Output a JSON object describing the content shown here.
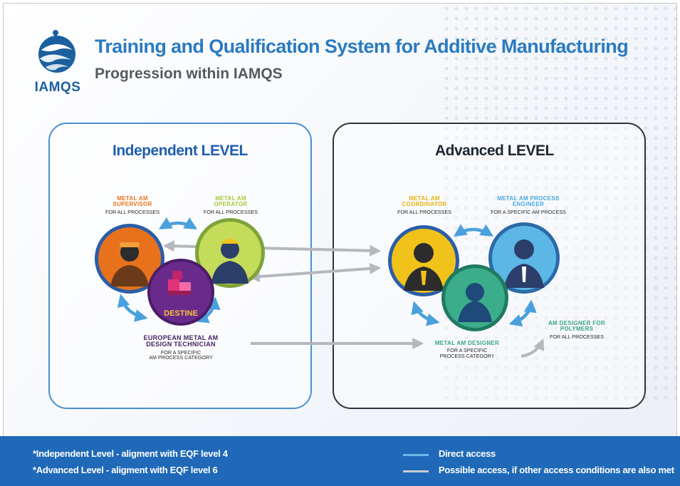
{
  "header": {
    "logo_text": "IAMQS",
    "title": "Training and Qualification System for Additive Manufacturing",
    "subtitle": "Progression within IAMQS"
  },
  "levels": {
    "independent": {
      "label": "Independent LEVEL",
      "roles": {
        "supervisor": {
          "title_1": "METAL AM",
          "title_2": "SUPERVISOR",
          "scope": "FOR ALL PROCESSES"
        },
        "operator": {
          "title_1": "METAL AM",
          "title_2": "OPERATOR",
          "scope": "FOR ALL PROCESSES"
        },
        "design_technician": {
          "title_1": "EUROPEAN METAL AM",
          "title_2": "DESIGN TECHNICIAN",
          "scope_1": "FOR A SPECIFIC",
          "scope_2": "AM PROCESS CATEGORY",
          "badge": "DESTINE"
        }
      }
    },
    "advanced": {
      "label": "Advanced LEVEL",
      "roles": {
        "coordinator": {
          "title_1": "METAL AM",
          "title_2": "COORDINATOR",
          "scope": "FOR ALL PROCESSES"
        },
        "process_engineer": {
          "title_1": "METAL AM PROCESS",
          "title_2": "ENGINEER",
          "scope": "FOR A SPECIFIC AM PROCESS"
        },
        "designer": {
          "title_1": "METAL AM DESIGNER",
          "scope_1": "FOR A SPECIFIC",
          "scope_2": "PROCESS CATEGORY"
        },
        "designer_polymers": {
          "title_1": "AM DESIGNER FOR",
          "title_2": "POLYMERS",
          "scope": "FOR ALL PROCESSES"
        }
      }
    }
  },
  "footer": {
    "note_1": "*Independent Level - aligment with EQF level 4",
    "note_2": "*Advanced Level - aligment with EQF level 6",
    "legend_direct": "Direct access",
    "legend_possible": "Possible access, if other access conditions are also met"
  },
  "colors": {
    "brand_blue": "#1f69b8",
    "title_blue": "#2a7bc0",
    "arrow_direct": "#4aa0dc",
    "arrow_possible": "#b4b8bd",
    "supervisor": "#e8721c",
    "operator": "#b9d54b",
    "destine": "#6a2a8c",
    "coordinator": "#f0c21a",
    "process_engineer": "#5cb7e6",
    "designer": "#3cad8a"
  }
}
